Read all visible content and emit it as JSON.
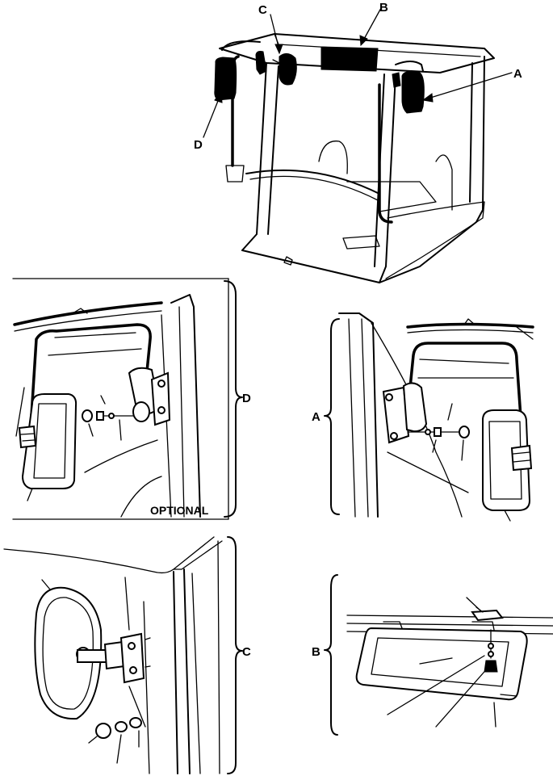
{
  "labels": {
    "main_A": "A",
    "main_B": "B",
    "main_C": "C",
    "main_D": "D",
    "panel_D": "D",
    "panel_A": "A",
    "panel_C": "C",
    "panel_B": "B",
    "optional": "OPTIONAL"
  }
}
